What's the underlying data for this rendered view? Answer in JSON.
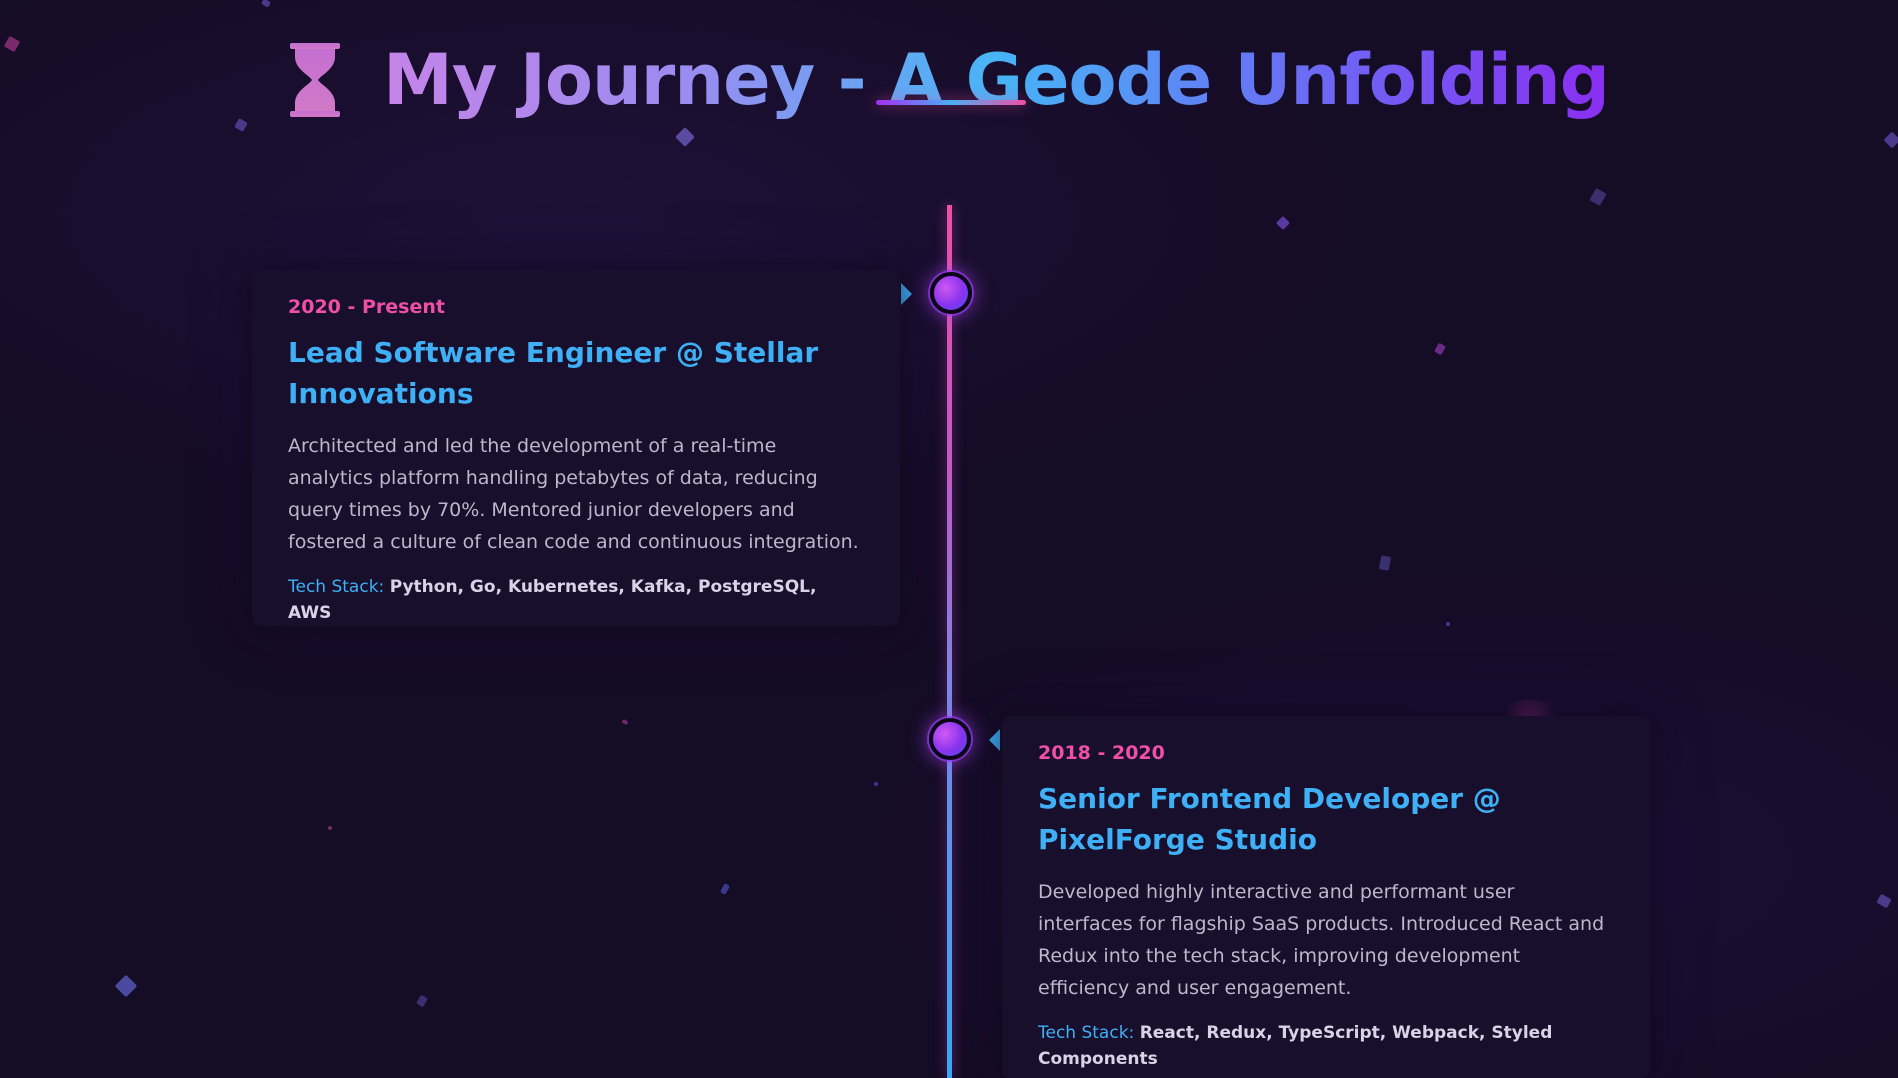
{
  "header": {
    "icon": "hourglass-icon",
    "title": "My Journey - A Geode Unfolding"
  },
  "timeline": [
    {
      "date": "2020 - Present",
      "title": "Lead Software Engineer @ Stellar Innovations",
      "description": "Architected and led the development of a real-time analytics platform handling petabytes of data, reducing query times by 70%. Mentored junior developers and fostered a culture of clean code and continuous integration.",
      "tech_label": "Tech Stack:",
      "tech_stack": "Python, Go, Kubernetes, Kafka, PostgreSQL, AWS"
    },
    {
      "date": "2018 - 2020",
      "title": "Senior Frontend Developer @ PixelForge Studio",
      "description": "Developed highly interactive and performant user interfaces for flagship SaaS products. Introduced React and Redux into the tech stack, improving development efficiency and user engagement.",
      "tech_label": "Tech Stack:",
      "tech_stack": "React, Redux, TypeScript, Webpack, Styled Components"
    }
  ],
  "colors": {
    "background": "#150c26",
    "accent_pink": "#f04fa6",
    "accent_blue": "#3fb0f6",
    "accent_purple": "#8a2ef2",
    "card_bg": "#170f2b",
    "body_text": "#bdb7cc"
  }
}
